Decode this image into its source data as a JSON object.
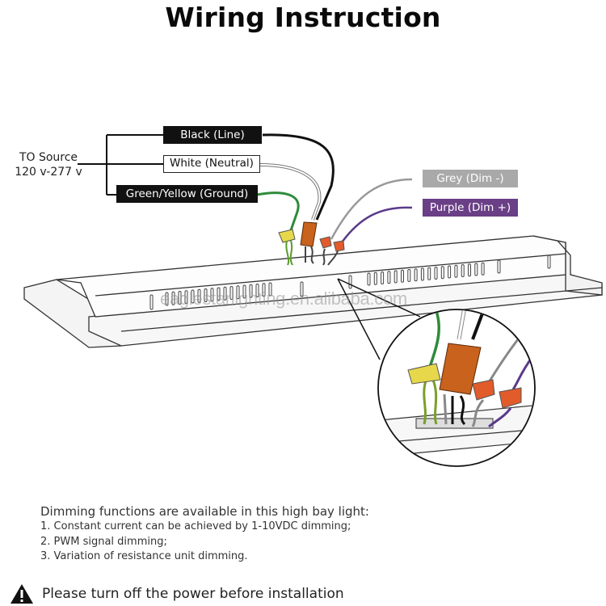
{
  "title": "Wiring Instruction",
  "source": {
    "line1": "TO Source",
    "line2": "120 v-277 v"
  },
  "wires": {
    "black": "Black (Line)",
    "white": "White (Neutral)",
    "ground": "Green/Yellow (Ground)",
    "grey": "Grey (Dim -)",
    "purple": "Purple (Dim +)"
  },
  "colors": {
    "black_wire": "#111111",
    "white_wire": "#ffffff",
    "ground_wire": "#2e8b3a",
    "grey_wire": "#a9a9a9",
    "purple_wire": "#6a3f86",
    "connector": "#c8621c",
    "ground_connector": "#e6d84a"
  },
  "watermark": "eaglestarlighting.en.alibaba.com",
  "notes": {
    "heading": "Dimming functions are available in this high bay light:",
    "items": [
      "1. Constant current can be achieved by 1-10VDC dimming;",
      "2. PWM signal dimming;",
      "3. Variation of resistance unit dimming."
    ]
  },
  "warning": {
    "icon": "warning-triangle-icon",
    "text": "Please turn off the power before installation"
  }
}
